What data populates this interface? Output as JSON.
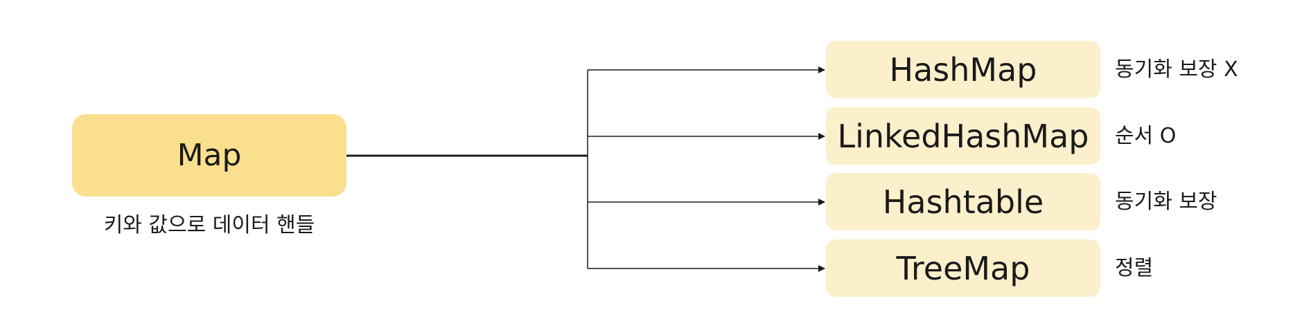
{
  "diagram": {
    "root": {
      "label": "Map",
      "caption": "키와 값으로 데이터 핸들"
    },
    "implementations": [
      {
        "label": "HashMap",
        "note": "동기화 보장 X"
      },
      {
        "label": "LinkedHashMap",
        "note": "순서 O"
      },
      {
        "label": "Hashtable",
        "note": "동기화 보장"
      },
      {
        "label": "TreeMap",
        "note": "정렬"
      }
    ],
    "colors": {
      "root_fill": "#fadf8e",
      "impl_fill": "#fcefcc",
      "connector": "#1a1a1a"
    }
  }
}
